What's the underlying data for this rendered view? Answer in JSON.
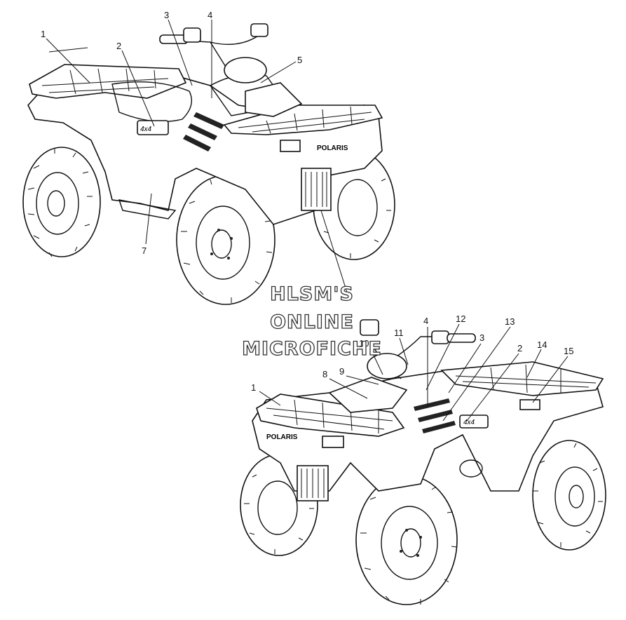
{
  "watermark": [
    "HLSM'S",
    "ONLINE",
    "MICROFICHE"
  ],
  "top_callouts": [
    "1",
    "2",
    "3",
    "4",
    "5",
    "7"
  ],
  "bottom_callouts": [
    "1",
    "8",
    "9",
    "10",
    "11",
    "4",
    "12",
    "13",
    "3",
    "2",
    "14",
    "15"
  ],
  "decal_text": {
    "brand": "POLARIS"
  }
}
